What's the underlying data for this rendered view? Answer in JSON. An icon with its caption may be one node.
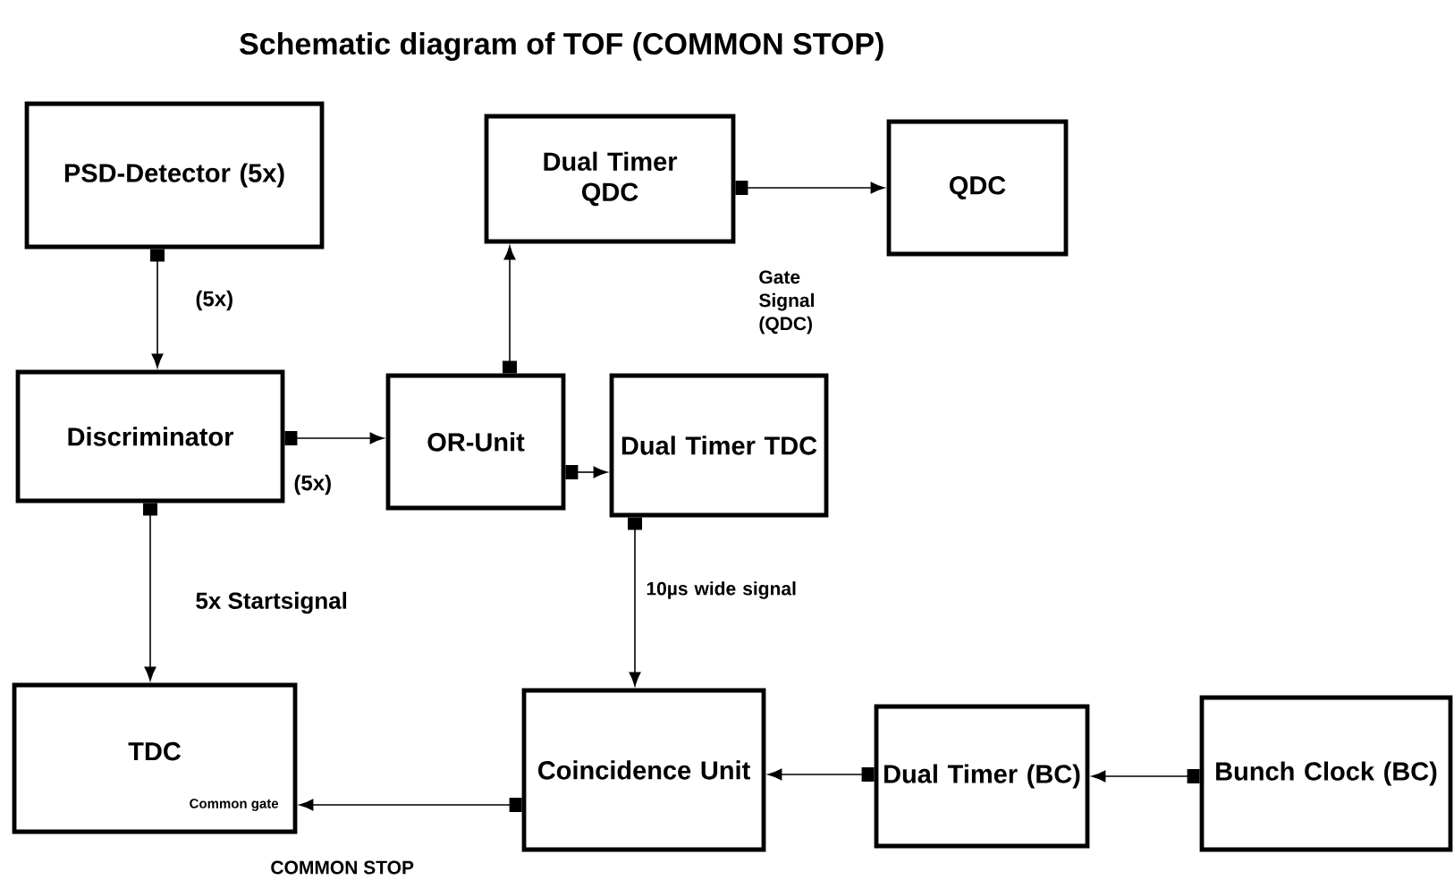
{
  "diagram": {
    "title": "Schematic diagram of TOF (COMMON STOP)",
    "nodes": [
      {
        "text": [
          "PSD-Detector (5x)"
        ]
      },
      {
        "text": [
          "Dual Timer QDC"
        ]
      },
      {
        "text": [
          "QDC"
        ]
      },
      {
        "text": [
          "Discriminator"
        ]
      },
      {
        "text": [
          "OR-Unit"
        ]
      },
      {
        "text": [
          "Dual Timer TDC"
        ]
      },
      {
        "text": [
          "TDC",
          "Common gate"
        ]
      },
      {
        "text": [
          "Coincidence Unit"
        ]
      },
      {
        "text": [
          "Dual Timer (BC)"
        ]
      },
      {
        "text": [
          "Bunch Clock (BC)"
        ]
      }
    ],
    "edges": [
      {
        "from": 0,
        "to": 3,
        "arrow": "to",
        "label": "(5x)"
      },
      {
        "from": 3,
        "to": 4,
        "arrow": "to",
        "label": "(5x)"
      },
      {
        "from": 4,
        "to": 1,
        "arrow": "to"
      },
      {
        "from": 1,
        "to": 2,
        "arrow": "to",
        "label": "Gate Signal (QDC)"
      },
      {
        "from": 4,
        "to": 5,
        "arrow": "to"
      },
      {
        "from": 5,
        "to": 7,
        "arrow": "to",
        "label": "10µs wide signal"
      },
      {
        "from": 3,
        "to": 6,
        "arrow": "to",
        "label": "5x Startsignal"
      },
      {
        "from": 7,
        "to": 6,
        "arrow": "to",
        "label": "COMMON STOP"
      },
      {
        "from": 8,
        "to": 7,
        "arrow": "to"
      },
      {
        "from": 9,
        "to": 8,
        "arrow": "to"
      }
    ]
  }
}
